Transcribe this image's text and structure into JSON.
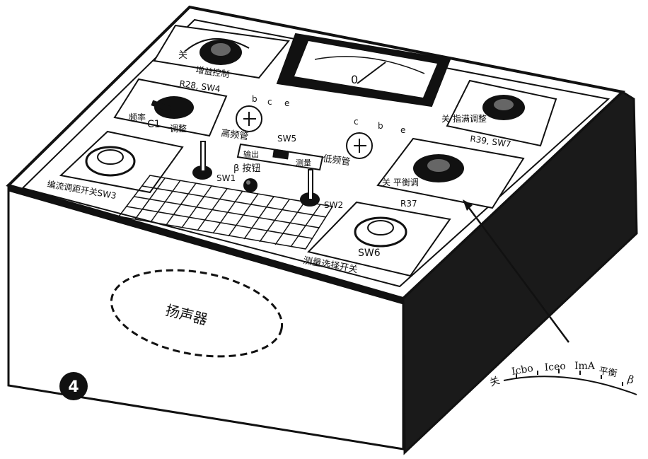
{
  "figure_number": "④",
  "panel_labels": {
    "top_left_knob": "R28, SW4",
    "top_left_knob_caption": "增益控制",
    "top_left_off": "关",
    "mid_left_knob": "C1",
    "mid_left_caption_a": "频率",
    "mid_left_caption_b": "调整",
    "left_switch": "编流调距开关SW3",
    "high_freq_tube": "高频管",
    "low_freq_tube": "低频管",
    "sw5": "SW5",
    "sw5_left": "输出",
    "sw5_right": "测量",
    "sw1": "SW1",
    "sw2": "SW2",
    "beta_button": "β 按钮",
    "right_top_knob": "R39, SW7",
    "right_top_caption": "关 指满调整",
    "right_mid_knob": "R37",
    "right_mid_caption": "关 平衡调",
    "selector_knob": "SW6",
    "selector_caption": "测量选择开关",
    "speaker": "扬声器"
  },
  "transistor_pins": {
    "high_freq": [
      "b",
      "c",
      "e"
    ],
    "low_freq": [
      "c",
      "b",
      "e"
    ]
  },
  "meter": {
    "zero_mark": "0"
  },
  "callout_scale": {
    "labels": [
      "关",
      "Icbo",
      "Iceo",
      "ImA",
      "平衡",
      "β"
    ]
  }
}
